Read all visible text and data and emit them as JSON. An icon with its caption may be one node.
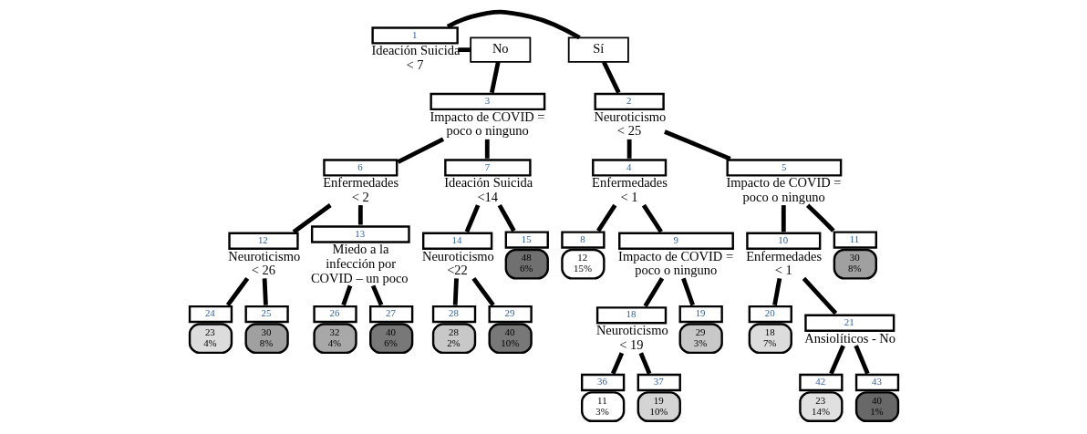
{
  "diagram": {
    "nodes": [
      {
        "text": [
          "1"
        ],
        "beside": [
          "Ideación Suicida",
          "< 7"
        ]
      },
      {
        "text": [
          "Sí"
        ]
      },
      {
        "text": [
          "No"
        ]
      },
      {
        "text": [
          "2"
        ],
        "beside": [
          "Neuroticismo",
          "< 25"
        ]
      },
      {
        "text": [
          "3"
        ],
        "beside": [
          "Impacto de COVID = poco o ninguno"
        ]
      },
      {
        "text": [
          "4"
        ],
        "beside": [
          "Enfermedades",
          "< 1"
        ]
      },
      {
        "text": [
          "5"
        ],
        "beside": [
          "Impacto de COVID = poco o ninguno"
        ]
      },
      {
        "text": [
          "6"
        ],
        "beside": [
          "Enfermedades",
          "< 2"
        ]
      },
      {
        "text": [
          "7"
        ],
        "beside": [
          "Ideación Suicida",
          "<14"
        ]
      },
      {
        "text": [
          "8",
          "12",
          "15%"
        ]
      },
      {
        "text": [
          "9"
        ],
        "beside": [
          "Impacto de COVID = poco o ninguno"
        ]
      },
      {
        "text": [
          "10"
        ],
        "beside": [
          "Enfermedades",
          "< 1"
        ]
      },
      {
        "text": [
          "11",
          "30",
          "8%"
        ]
      },
      {
        "text": [
          "12"
        ],
        "beside": [
          "Neuroticismo",
          "< 26"
        ]
      },
      {
        "text": [
          "13"
        ],
        "beside": [
          "Miedo a la infección por COVID – un poco"
        ]
      },
      {
        "text": [
          "14"
        ],
        "beside": [
          "Neuroticismo",
          "<22"
        ]
      },
      {
        "text": [
          "15",
          "48",
          "6%"
        ]
      },
      {
        "text": [
          "18"
        ],
        "beside": [
          "Neuroticismo",
          "< 19"
        ]
      },
      {
        "text": [
          "19",
          "29",
          "3%"
        ]
      },
      {
        "text": [
          "20",
          "18",
          "7%"
        ]
      },
      {
        "text": [
          "21"
        ],
        "beside": [
          "Ansiolíticos - No"
        ]
      },
      {
        "text": [
          "24",
          "23",
          "4%"
        ]
      },
      {
        "text": [
          "25",
          "30",
          "8%"
        ]
      },
      {
        "text": [
          "26",
          "32",
          "4%"
        ]
      },
      {
        "text": [
          "27",
          "40",
          "6%"
        ]
      },
      {
        "text": [
          "28",
          "28",
          "2%"
        ]
      },
      {
        "text": [
          "29",
          "40",
          "10%"
        ]
      },
      {
        "text": [
          "36",
          "11",
          "3%"
        ]
      },
      {
        "text": [
          "37",
          "19",
          "10%"
        ]
      },
      {
        "text": [
          "42",
          "23",
          "14%"
        ]
      },
      {
        "text": [
          "43",
          "40",
          "1%"
        ]
      }
    ],
    "edges": [
      {
        "from": 0,
        "to": 1,
        "arrow": "none"
      },
      {
        "from": 1,
        "to": 3,
        "arrow": "none"
      },
      {
        "from": 0,
        "to": 2,
        "arrow": "none"
      },
      {
        "from": 2,
        "to": 4,
        "arrow": "none"
      },
      {
        "from": 3,
        "to": 5,
        "arrow": "none"
      },
      {
        "from": 3,
        "to": 6,
        "arrow": "none"
      },
      {
        "from": 4,
        "to": 7,
        "arrow": "none"
      },
      {
        "from": 4,
        "to": 8,
        "arrow": "none"
      },
      {
        "from": 5,
        "to": 9,
        "arrow": "none"
      },
      {
        "from": 5,
        "to": 10,
        "arrow": "none"
      },
      {
        "from": 6,
        "to": 11,
        "arrow": "none"
      },
      {
        "from": 6,
        "to": 12,
        "arrow": "none"
      },
      {
        "from": 7,
        "to": 13,
        "arrow": "none"
      },
      {
        "from": 7,
        "to": 14,
        "arrow": "none"
      },
      {
        "from": 8,
        "to": 15,
        "arrow": "none"
      },
      {
        "from": 8,
        "to": 16,
        "arrow": "none"
      },
      {
        "from": 10,
        "to": 17,
        "arrow": "none"
      },
      {
        "from": 10,
        "to": 18,
        "arrow": "none"
      },
      {
        "from": 11,
        "to": 19,
        "arrow": "none"
      },
      {
        "from": 11,
        "to": 20,
        "arrow": "none"
      },
      {
        "from": 13,
        "to": 21,
        "arrow": "none"
      },
      {
        "from": 13,
        "to": 22,
        "arrow": "none"
      },
      {
        "from": 14,
        "to": 23,
        "arrow": "none"
      },
      {
        "from": 14,
        "to": 24,
        "arrow": "none"
      },
      {
        "from": 15,
        "to": 25,
        "arrow": "none"
      },
      {
        "from": 15,
        "to": 26,
        "arrow": "none"
      },
      {
        "from": 17,
        "to": 27,
        "arrow": "none"
      },
      {
        "from": 17,
        "to": 28,
        "arrow": "none"
      },
      {
        "from": 20,
        "to": 29,
        "arrow": "none"
      },
      {
        "from": 20,
        "to": 30,
        "arrow": "none"
      }
    ]
  }
}
